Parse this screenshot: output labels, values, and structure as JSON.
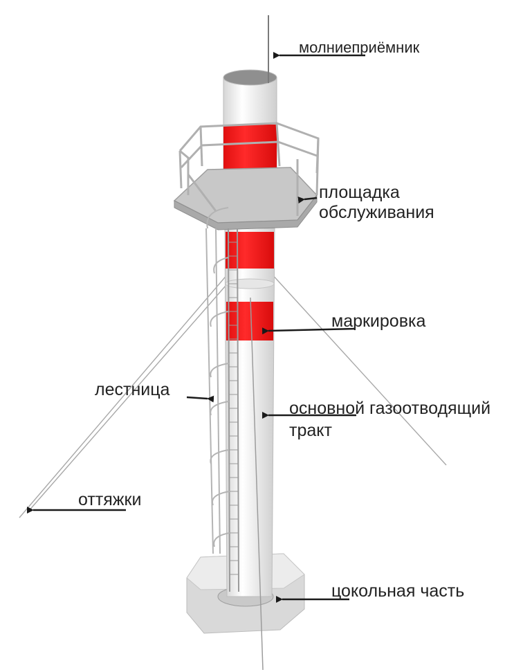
{
  "labels": {
    "lightning_rod": "молниеприёмник",
    "platform_line1": "площадка",
    "platform_line2": "обслуживания",
    "marking": "маркировка",
    "ladder": "лестница",
    "main_duct_line1": "основной газоотводящий",
    "main_duct_line2": "тракт",
    "guy_wires": "оттяжки",
    "base": "цокольная часть"
  },
  "colors": {
    "marking_red": "#ff1a1a",
    "chimney_white": "#f4f4f4",
    "arrow": "#1a1a1a",
    "steel": "#b5b5b5"
  }
}
